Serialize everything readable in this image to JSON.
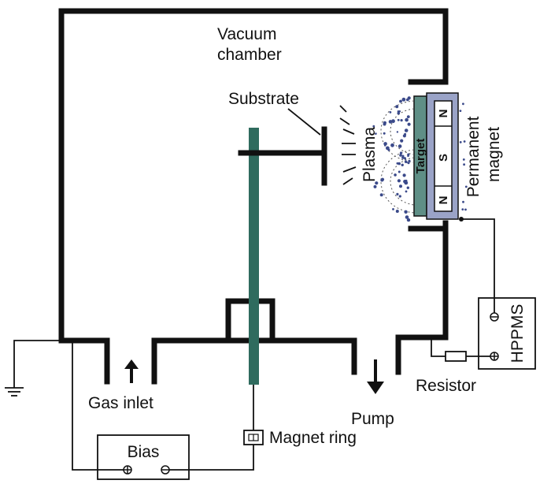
{
  "labels": {
    "vacuum_chamber_line1": "Vacuum",
    "vacuum_chamber_line2": "chamber",
    "substrate": "Substrate",
    "plasma": "Plasma",
    "target": "Target",
    "permanent_magnet_line1": "Permanent",
    "permanent_magnet_line2": "magnet",
    "pole_n_top": "N",
    "pole_s": "S",
    "pole_n_bottom": "N",
    "hppms": "HPPMS",
    "resistor": "Resistor",
    "gas_inlet": "Gas inlet",
    "pump": "Pump",
    "magnet_ring": "Magnet ring",
    "bias": "Bias"
  },
  "colors": {
    "line": "#111111",
    "holder": "#2f6b5e",
    "target": "#5f8f86",
    "magnet_body": "#9aa3c7",
    "plasma_dots": "#3b4a8a"
  }
}
